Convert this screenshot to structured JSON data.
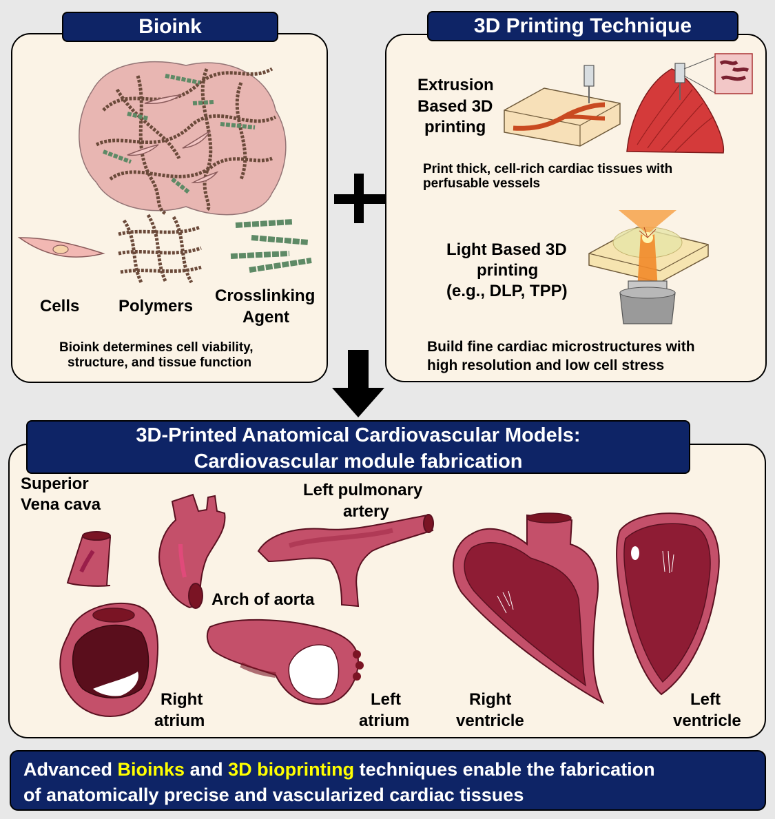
{
  "bioink": {
    "title": "Bioink",
    "cells": "Cells",
    "polymers": "Polymers",
    "crosslinking_1": "Crosslinking",
    "crosslinking_2": "Agent",
    "caption_1": "Bioink determines cell viability,",
    "caption_2": "structure, and tissue function"
  },
  "printing": {
    "title": "3D Printing Technique",
    "extrusion_1": "Extrusion",
    "extrusion_2": "Based 3D",
    "extrusion_3": "printing",
    "extrusion_caption_1": "Print thick, cell-rich  cardiac tissues with",
    "extrusion_caption_2": "perfusable vessels",
    "light_1": "Light Based 3D",
    "light_2": "printing",
    "light_3": "(e.g., DLP, TPP)",
    "light_caption_1": "Build fine cardiac microstructures with",
    "light_caption_2": "high resolution and low cell stress"
  },
  "models": {
    "title_1": "3D-Printed Anatomical Cardiovascular Models:",
    "title_2": "Cardiovascular module fabrication",
    "svc_1": "Superior",
    "svc_2": "Vena cava",
    "lpa_1": "Left pulmonary",
    "lpa_2": "artery",
    "aorta": "Arch of aorta",
    "ra_1": "Right",
    "ra_2": "atrium",
    "la_1": "Left",
    "la_2": "atrium",
    "rv_1": "Right",
    "rv_2": "ventricle",
    "lv_1": "Left",
    "lv_2": "ventricle"
  },
  "footer": {
    "line1_a": "Advanced ",
    "line1_b": "Bioinks",
    "line1_c": " and ",
    "line1_d": "3D bioprinting",
    "line1_e": " techniques enable the fabrication",
    "line2": "of anatomically precise and vascularized cardiac tissues"
  },
  "colors": {
    "header_bg": "#0e2466",
    "panel_bg": "#fbf3e6",
    "highlight": "#ffff00",
    "tissue": "#c4506a",
    "tissue_dark": "#7a1424"
  }
}
